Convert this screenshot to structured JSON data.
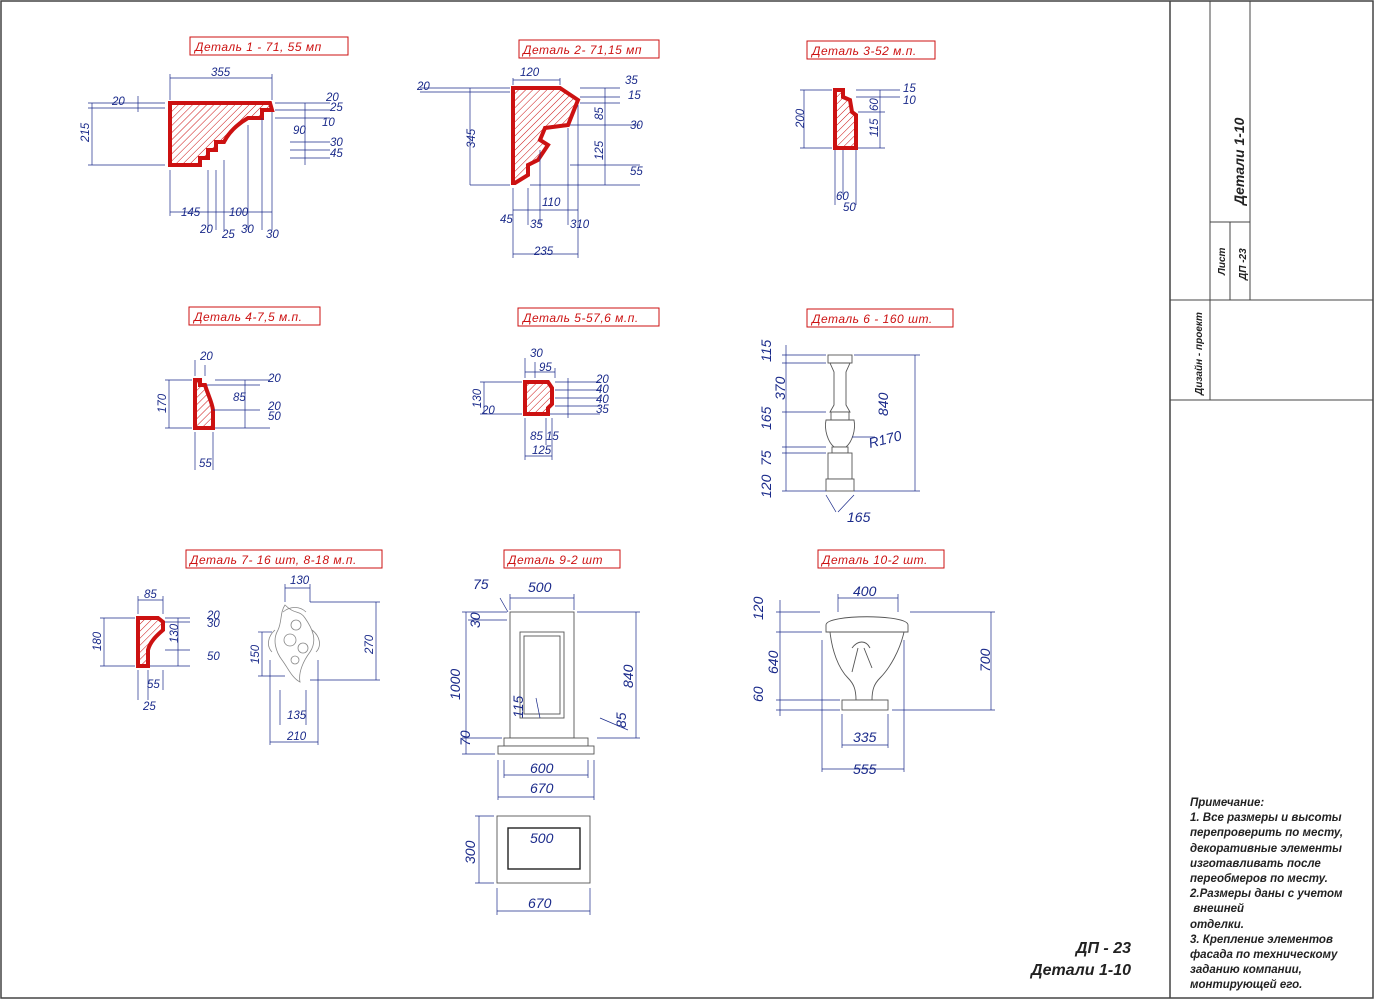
{
  "details": [
    {
      "id": "d1",
      "label": "Деталь 1 - 71, 55 мп"
    },
    {
      "id": "d2",
      "label": "Деталь 2- 71,15 мп"
    },
    {
      "id": "d3",
      "label": "Деталь 3-52 м.п."
    },
    {
      "id": "d4",
      "label": "Деталь 4-7,5 м.п."
    },
    {
      "id": "d5",
      "label": "Деталь 5-57,6 м.п."
    },
    {
      "id": "d6",
      "label": "Деталь 6 - 160 шт."
    },
    {
      "id": "d7",
      "label": "Деталь 7- 16 шт, 8-18 м.п."
    },
    {
      "id": "d9",
      "label": "Деталь 9-2 шт"
    },
    {
      "id": "d10",
      "label": "Деталь 10-2 шт."
    }
  ],
  "dims": {
    "d1": [
      "355",
      "20",
      "215",
      "20",
      "25",
      "10",
      "90",
      "30",
      "45",
      "145",
      "100",
      "20",
      "25",
      "30",
      "30"
    ],
    "d2": [
      "120",
      "20",
      "35",
      "15",
      "345",
      "85",
      "30",
      "125",
      "55",
      "110",
      "45",
      "35",
      "310",
      "235"
    ],
    "d3": [
      "15",
      "10",
      "60",
      "200",
      "115",
      "60",
      "50"
    ],
    "d4": [
      "20",
      "20",
      "170",
      "85",
      "20",
      "50",
      "55"
    ],
    "d5": [
      "30",
      "95",
      "20",
      "40",
      "130",
      "40",
      "20",
      "35",
      "85",
      "15",
      "125"
    ],
    "d6": [
      "115",
      "370",
      "840",
      "165",
      "R170",
      "75",
      "120",
      "165"
    ],
    "d7": [
      "85",
      "20",
      "30",
      "180",
      "130",
      "50",
      "55",
      "25"
    ],
    "d8": [
      "130",
      "270",
      "150",
      "135",
      "210"
    ],
    "d9": [
      "75",
      "500",
      "30",
      "1000",
      "840",
      "115",
      "70",
      "85",
      "600",
      "670",
      "500",
      "300",
      "670"
    ],
    "d10": [
      "400",
      "120",
      "640",
      "700",
      "60",
      "335",
      "555"
    ]
  },
  "title_block": {
    "sheet_title": "Детали 1-10",
    "sheet_label": "Лист",
    "sheet_code": "ДП -23",
    "project_type": "Дизайн - проект"
  },
  "note": {
    "heading": "Примечание:",
    "lines": [
      "1. Все размеры и высоты",
      "перепроверить по месту,",
      "декоративные элементы",
      "изготавливать после",
      "переобмеров по месту.",
      "2.Размеры даны с учетом",
      " внешней",
      "отделки.",
      "3. Крепление элементов",
      "фасада по техническому",
      "заданию компании,",
      "монтирующей его."
    ]
  },
  "stamp": {
    "code": "ДП - 23",
    "title": "Детали 1-10"
  },
  "colors": {
    "profile": "#cc1111",
    "dimension": "#1a2a8a",
    "frame": "#444444"
  }
}
